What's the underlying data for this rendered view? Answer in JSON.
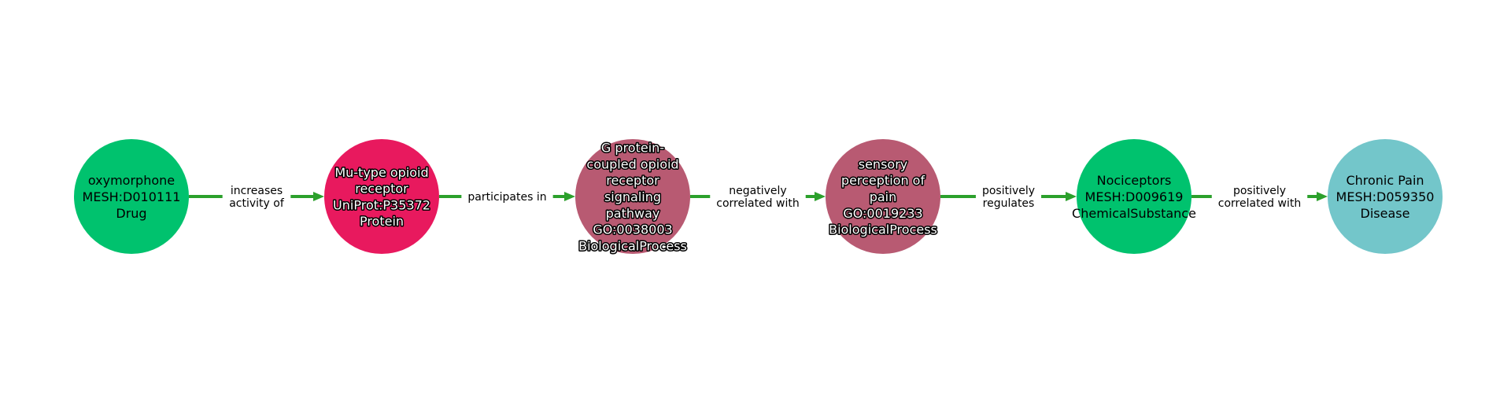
{
  "colors": {
    "edge": "#2ca02c",
    "drug": "#00c26e",
    "protein": "#e8195e",
    "process": "#b85a72",
    "chemical": "#00c26e",
    "disease": "#73c6ca"
  },
  "nodes": [
    {
      "lines": [
        "oxymorphone",
        "MESH:D010111",
        "Drug"
      ],
      "color_key": "drug",
      "text_style": "dark"
    },
    {
      "lines": [
        "Mu-type opioid",
        "receptor",
        "UniProt:P35372",
        "Protein"
      ],
      "color_key": "protein",
      "text_style": "light"
    },
    {
      "lines": [
        "G protein-",
        "coupled opioid",
        "receptor",
        "signaling",
        "pathway",
        "GO:0038003",
        "BiologicalProcess"
      ],
      "color_key": "process",
      "text_style": "light"
    },
    {
      "lines": [
        "sensory",
        "perception of",
        "pain",
        "GO:0019233",
        "BiologicalProcess"
      ],
      "color_key": "process",
      "text_style": "light"
    },
    {
      "lines": [
        "Nociceptors",
        "MESH:D009619",
        "ChemicalSubstance"
      ],
      "color_key": "chemical",
      "text_style": "dark"
    },
    {
      "lines": [
        "Chronic Pain",
        "MESH:D059350",
        "Disease"
      ],
      "color_key": "disease",
      "text_style": "dark"
    }
  ],
  "edges": [
    {
      "lines": [
        "increases",
        "activity of"
      ]
    },
    {
      "lines": [
        "participates in"
      ]
    },
    {
      "lines": [
        "negatively",
        "correlated with"
      ]
    },
    {
      "lines": [
        "positively",
        "regulates"
      ]
    },
    {
      "lines": [
        "positively",
        "correlated with"
      ]
    }
  ]
}
